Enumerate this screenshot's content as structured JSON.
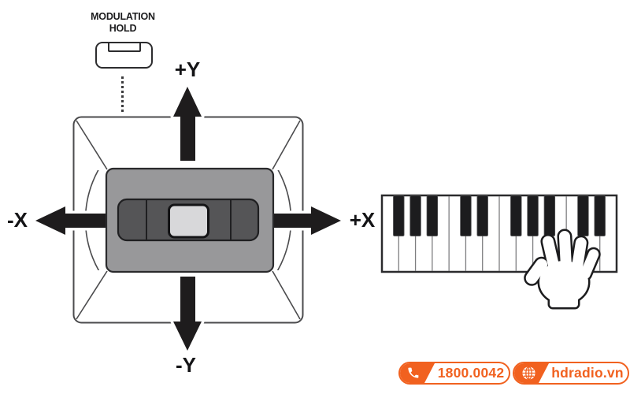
{
  "diagram": {
    "modulation_button": {
      "label_line1": "MODULATION",
      "label_line2": "HOLD"
    },
    "joystick": {
      "label_up": "+Y",
      "label_down": "-Y",
      "label_left": "-X",
      "label_right": "+X"
    },
    "keyboard": {
      "white_key_count": 14,
      "black_key_slots": [
        0,
        1,
        2,
        4,
        5,
        7,
        8,
        9,
        11,
        12
      ]
    }
  },
  "footer": {
    "hotline": {
      "icon": "phone-icon",
      "text": "1800.0042"
    },
    "website": {
      "icon": "globe-icon",
      "text": "hdradio.vn"
    }
  },
  "colors": {
    "accent_orange": "#f1611f",
    "joystick_body_gray": "#98989a",
    "joystick_inner_dark": "#555557",
    "joystick_cap_light": "#d8d8da",
    "outline_dark": "#4b4b4d",
    "arrow_black": "#1e1c1d"
  }
}
